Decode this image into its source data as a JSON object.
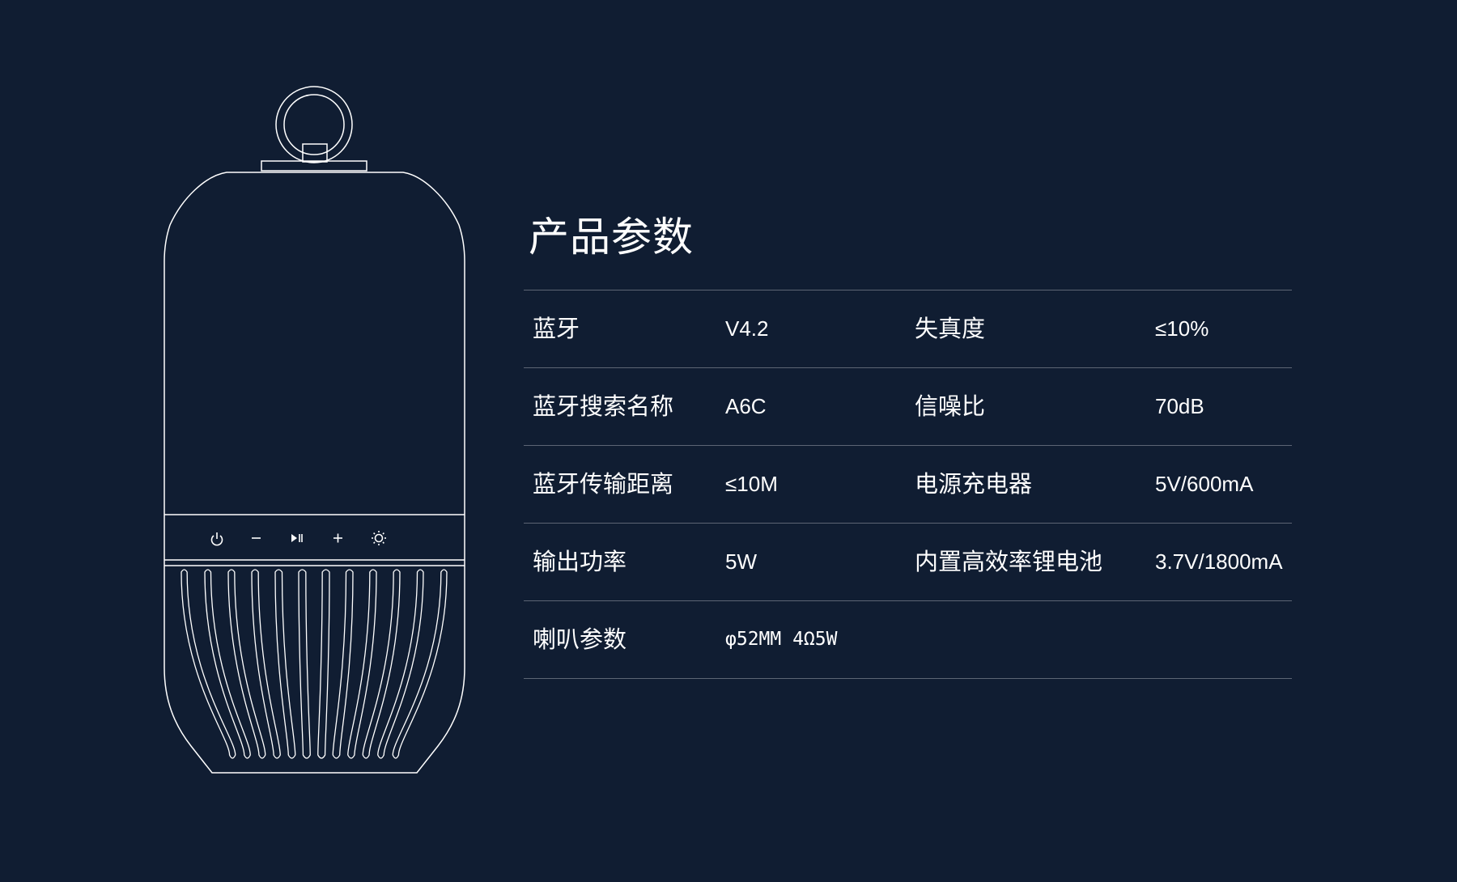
{
  "title": "产品参数",
  "controls": {
    "power_icon": "power-icon",
    "minus_icon": "minus-icon",
    "play_pause_icon": "play-pause-icon",
    "plus_icon": "plus-icon",
    "light_icon": "light-icon"
  },
  "specs": [
    {
      "label1": "蓝牙",
      "value1": "V4.2",
      "label2": "失真度",
      "value2": "≤10%"
    },
    {
      "label1": "蓝牙搜索名称",
      "value1": "A6C",
      "label2": "信噪比",
      "value2": "70dB"
    },
    {
      "label1": "蓝牙传输距离",
      "value1": "≤10M",
      "label2": "电源充电器",
      "value2": "5V/600mA"
    },
    {
      "label1": "输出功率",
      "value1": "5W",
      "label2": "内置高效率锂电池",
      "value2": "3.7V/1800mA"
    },
    {
      "label1": "喇叭参数",
      "value1": "φ52MM 4Ω5W",
      "label2": "",
      "value2": ""
    }
  ],
  "colors": {
    "background": "#101d32",
    "line": "#ffffff",
    "divider": "#5c6574"
  }
}
